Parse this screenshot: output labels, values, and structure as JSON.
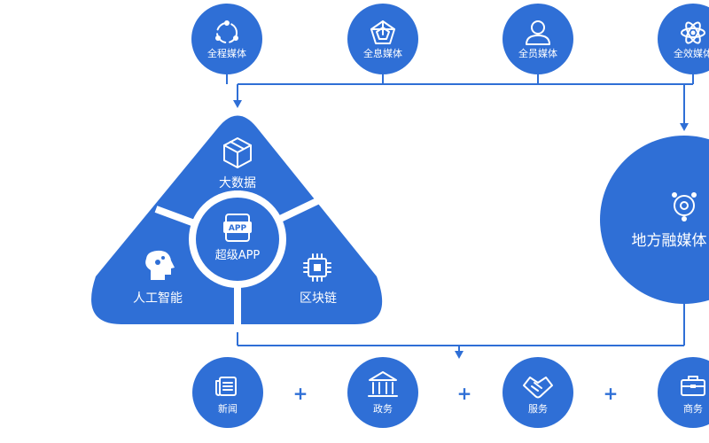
{
  "colors": {
    "primary": "#2f6fd6",
    "line": "#2f6fd6",
    "background": "#ffffff",
    "text_on_primary": "#ffffff"
  },
  "top_row": [
    {
      "label": "全程媒体",
      "icon": "cycle-arrows-icon"
    },
    {
      "label": "全息媒体",
      "icon": "radar-pentagon-icon"
    },
    {
      "label": "全员媒体",
      "icon": "user-icon"
    },
    {
      "label": "全效媒体",
      "icon": "atom-icon"
    }
  ],
  "triangle": {
    "top": {
      "label": "大数据",
      "icon": "cube-icon"
    },
    "left": {
      "label": "人工智能",
      "icon": "brain-head-icon"
    },
    "right": {
      "label": "区块链",
      "icon": "chip-icon"
    },
    "center": {
      "label": "超级APP",
      "icon": "phone-app-icon",
      "icon_text": "APP"
    }
  },
  "local_media": {
    "label": "地方融媒体",
    "icon": "network-nodes-icon"
  },
  "bottom_row": [
    {
      "label": "新闻",
      "icon": "news-icon"
    },
    {
      "label": "政务",
      "icon": "government-building-icon"
    },
    {
      "label": "服务",
      "icon": "handshake-icon"
    },
    {
      "label": "商务",
      "icon": "briefcase-icon"
    }
  ],
  "plus_sign": "+"
}
